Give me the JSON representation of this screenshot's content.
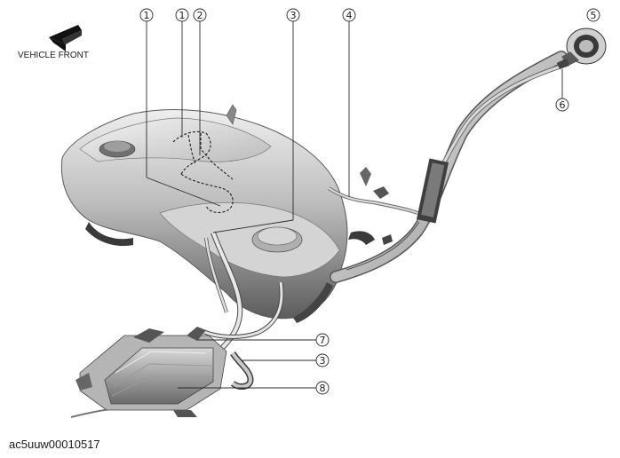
{
  "direction_label": "VEHICLE FRONT",
  "image_code": "ac5uuw00010517",
  "callouts": [
    {
      "id": "c1a",
      "number": "1"
    },
    {
      "id": "c1b",
      "number": "1"
    },
    {
      "id": "c2",
      "number": "2"
    },
    {
      "id": "c3a",
      "number": "3"
    },
    {
      "id": "c4",
      "number": "4"
    },
    {
      "id": "c5",
      "number": "5"
    },
    {
      "id": "c6",
      "number": "6"
    },
    {
      "id": "c7",
      "number": "7"
    },
    {
      "id": "c3b",
      "number": "3"
    },
    {
      "id": "c8",
      "number": "8"
    }
  ],
  "colors": {
    "metal_light": "#e4e4e4",
    "metal_mid": "#a9a9a9",
    "metal_dark": "#4a4a4a",
    "line": "#2a2a2a"
  }
}
